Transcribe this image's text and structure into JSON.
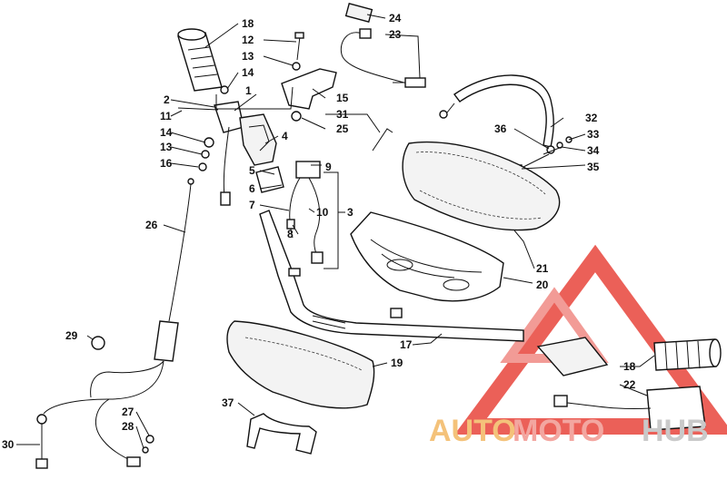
{
  "watermark": {
    "word1": "AUTO",
    "word2": "MOTO",
    "word3": "HUB",
    "colors": {
      "triangle": "#e8453c",
      "auto": "#f4c27a",
      "moto": "#f3a6a0",
      "hub": "#c9c9c9"
    }
  },
  "callouts": {
    "c1": "1",
    "c2": "2",
    "c3": "3",
    "c4": "4",
    "c5": "5",
    "c6": "6",
    "c7": "7",
    "c8": "8",
    "c9": "9",
    "c10": "10",
    "c11": "11",
    "c12": "12",
    "c13a": "13",
    "c13b": "13",
    "c14a": "14",
    "c14b": "14",
    "c15": "15",
    "c16": "16",
    "c17": "17",
    "c18a": "18",
    "c18b": "18",
    "c19": "19",
    "c20": "20",
    "c21": "21",
    "c22": "22",
    "c23": "23",
    "c24": "24",
    "c25": "25",
    "c26": "26",
    "c27": "27",
    "c28": "28",
    "c29": "29",
    "c30": "30",
    "c31": "31",
    "c32": "32",
    "c33": "33",
    "c34": "34",
    "c35": "35",
    "c36": "36",
    "c37": "37"
  }
}
